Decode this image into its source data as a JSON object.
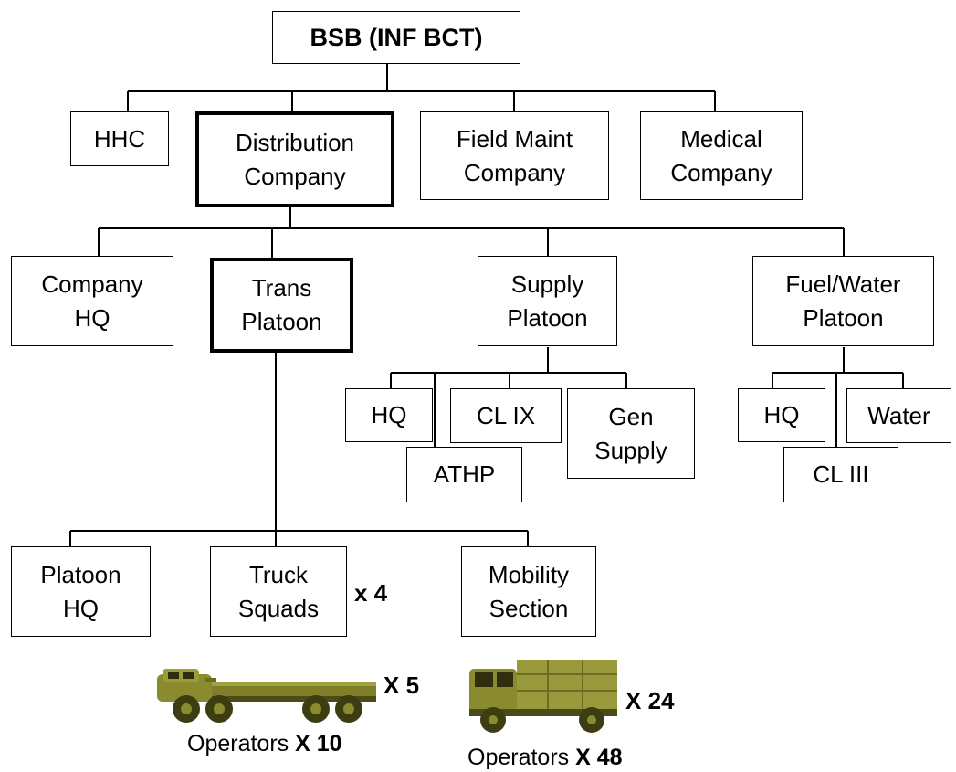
{
  "nodes": {
    "bsb": "BSB (INF BCT)",
    "hhc": "HHC",
    "distribution": "Distribution\nCompany",
    "field_maint": "Field Maint\nCompany",
    "medical": "Medical\nCompany",
    "company_hq": "Company\nHQ",
    "trans_platoon": "Trans\nPlatoon",
    "supply_platoon": "Supply\nPlatoon",
    "fuel_water_platoon": "Fuel/Water\nPlatoon",
    "supply_hq": "HQ",
    "cl_ix": "CL IX",
    "gen_supply": "Gen\nSupply",
    "athp": "ATHP",
    "fw_hq": "HQ",
    "water": "Water",
    "cl_iii": "CL III",
    "platoon_hq": "Platoon\nHQ",
    "truck_squads": "Truck\nSquads",
    "mobility_section": "Mobility\nSection"
  },
  "multipliers": {
    "truck_squads": "x 4",
    "hemtt_count": "X 5",
    "fmtv_count": "X 24"
  },
  "captions": {
    "hemtt": {
      "label": "Operators",
      "count": "X 10"
    },
    "fmtv": {
      "label": "Operators",
      "count": "X 48"
    }
  },
  "icons": [
    "hemtt-truck-icon",
    "fmtv-cargo-truck-icon"
  ],
  "colors": {
    "vehicle_olive": "#8a8a2e",
    "vehicle_dark": "#3d3d12",
    "line": "#000000"
  }
}
